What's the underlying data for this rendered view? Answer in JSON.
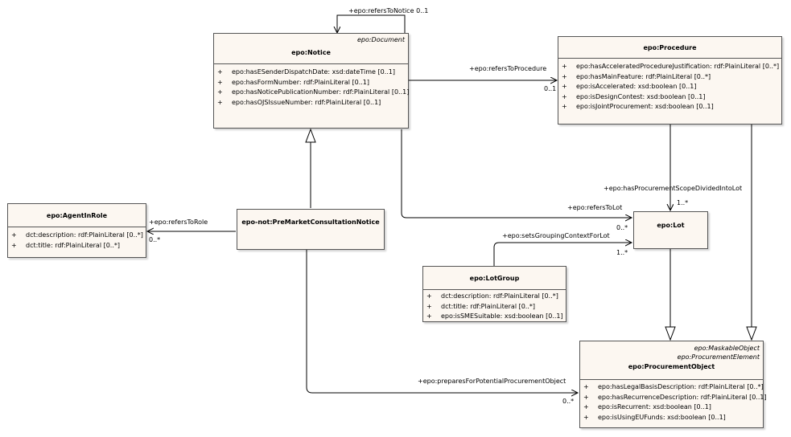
{
  "classes": {
    "notice": {
      "stereotype": "epo:Document",
      "name": "epo:Notice",
      "attributes": [
        {
          "vis": "+",
          "text": "epo:hasESenderDispatchDate: xsd:dateTime [0..1]"
        },
        {
          "vis": "+",
          "text": "epo:hasFormNumber: rdf:PlainLiteral [0..1]"
        },
        {
          "vis": "+",
          "text": "epo:hasNoticePublicationNumber: rdf:PlainLiteral [0..1]"
        },
        {
          "vis": "+",
          "text": "epo:hasOJSIssueNumber: rdf:PlainLiteral [0..1]"
        }
      ]
    },
    "procedure": {
      "name": "epo:Procedure",
      "attributes": [
        {
          "vis": "+",
          "text": "epo:hasAcceleratedProcedureJustification: rdf:PlainLiteral [0..*]"
        },
        {
          "vis": "+",
          "text": "epo:hasMainFeature: rdf:PlainLiteral [0..*]"
        },
        {
          "vis": "+",
          "text": "epo:isAccelerated: xsd:boolean [0..1]"
        },
        {
          "vis": "+",
          "text": "epo:isDesignContest: xsd:boolean [0..1]"
        },
        {
          "vis": "+",
          "text": "epo:isJointProcurement: xsd:boolean [0..1]"
        }
      ]
    },
    "agent": {
      "name": "epo:AgentInRole",
      "attributes": [
        {
          "vis": "+",
          "text": "dct:description: rdf:PlainLiteral [0..*]"
        },
        {
          "vis": "+",
          "text": "dct:title: rdf:PlainLiteral [0..*]"
        }
      ]
    },
    "premarket": {
      "name": "epo-not:PreMarketConsultationNotice"
    },
    "lot": {
      "name": "epo:Lot"
    },
    "lotgroup": {
      "name": "epo:LotGroup",
      "attributes": [
        {
          "vis": "+",
          "text": "dct:description: rdf:PlainLiteral [0..*]"
        },
        {
          "vis": "+",
          "text": "dct:title: rdf:PlainLiteral [0..*]"
        },
        {
          "vis": "+",
          "text": "epo:isSMESuitable: xsd:boolean [0..1]"
        }
      ]
    },
    "procobj": {
      "stereotype1": "epo:MaskableObject",
      "stereotype2": "epo:ProcurementElement",
      "name": "epo:ProcurementObject",
      "attributes": [
        {
          "vis": "+",
          "text": "epo:hasLegalBasisDescription: rdf:PlainLiteral [0..*]"
        },
        {
          "vis": "+",
          "text": "epo:hasRecurrenceDescription: rdf:PlainLiteral [0..1]"
        },
        {
          "vis": "+",
          "text": "epo:isRecurrent: xsd:boolean [0..1]"
        },
        {
          "vis": "+",
          "text": "epo:isUsingEUFunds: xsd:boolean [0..1]"
        }
      ]
    }
  },
  "associations": {
    "self_notice": {
      "role": "+epo:refersToNotice",
      "mult": "0..1"
    },
    "refers_to_procedure": {
      "role": "+epo:refersToProcedure",
      "mult": "0..1"
    },
    "divided_into_lot": {
      "role": "+epo:hasProcurementScopeDividedIntoLot",
      "mult": "1..*"
    },
    "refers_to_lot": {
      "role": "+epo:refersToLot",
      "mult": "0..*"
    },
    "grouping_context": {
      "role": "+epo:setsGroupingContextForLot",
      "mult": "1..*"
    },
    "refers_to_role": {
      "role": "+epo:refersToRole",
      "mult": "0..*"
    },
    "prepares_for": {
      "role": "+epo:preparesForPotentialProcurementObject",
      "mult": "0..*"
    }
  }
}
